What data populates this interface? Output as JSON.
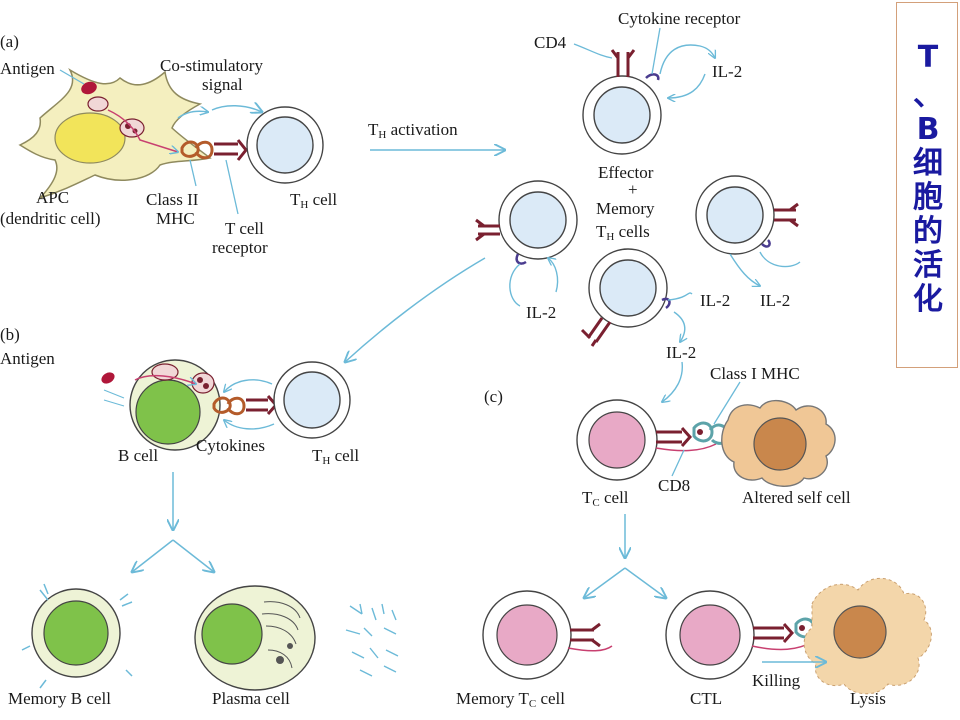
{
  "side_title": [
    "T",
    "、",
    "B",
    "细",
    "胞",
    "的",
    "活",
    "化"
  ],
  "labels": {
    "a": "(a)",
    "b": "(b)",
    "c": "(c)",
    "antigen_a": "Antigen",
    "antigen_b": "Antigen",
    "costim_1": "Co-stimulatory",
    "costim_2": "signal",
    "apc_1": "APC",
    "apc_2": "(dendritic cell)",
    "class2_1": "Class II",
    "class2_2": "MHC",
    "tcr_1": "T cell",
    "tcr_2": "receptor",
    "th_cell_a_T": "T",
    "th_cell_a_sub": "H",
    "th_cell_a_rest": " cell",
    "th_act_T": "T",
    "th_act_sub": "H",
    "th_act_rest": " activation",
    "cd4": "CD4",
    "cytokine_receptor": "Cytokine receptor",
    "il2_top": "IL-2",
    "effector": "Effector",
    "plus": "+",
    "memory": "Memory",
    "th_cells_T": "T",
    "th_cells_sub": "H",
    "th_cells_rest": "  cells",
    "il2_left": "IL-2",
    "il2_mid": "IL-2",
    "il2_right": "IL-2",
    "il2_down": "IL-2",
    "class1": "Class I MHC",
    "cd8": "CD8",
    "tc_cell_T": "T",
    "tc_cell_sub": "C",
    "tc_cell_rest": " cell",
    "altered": "Altered self cell",
    "b_cell": "B cell",
    "cytokines": "Cytokines",
    "th_cell_b_T": "T",
    "th_cell_b_sub": "H",
    "th_cell_b_rest": " cell",
    "memory_b": "Memory B cell",
    "plasma": "Plasma cell",
    "memory_tc_1": "Memory T",
    "memory_tc_sub": "C",
    "memory_tc_2": " cell",
    "ctl": "CTL",
    "killing": "Killing",
    "lysis": "Lysis"
  },
  "colors": {
    "arrow": "#6cbad8",
    "th_cell_fill": "#dbeaf7",
    "b_nucleus": "#7fc24a",
    "tc_nucleus": "#e8a9c6",
    "apc_body": "#f4efbf",
    "title_text": "#1a1aa0",
    "receptor": "#7a2030"
  }
}
